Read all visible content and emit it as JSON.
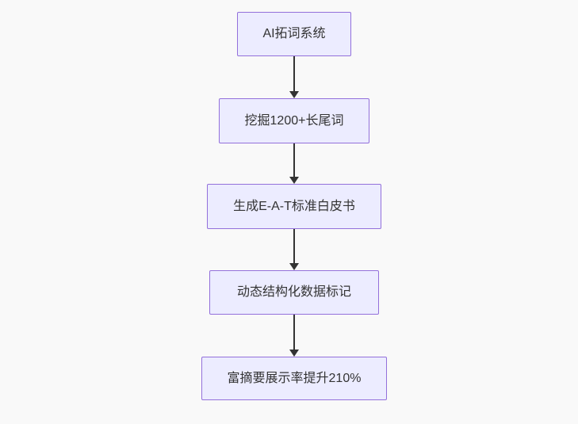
{
  "theme": {
    "canvas_bg": "#f9f9f9",
    "node_fill": "#ececff",
    "node_border": "#9370db",
    "node_text": "#333333",
    "arrow_color": "#333333"
  },
  "flowchart": {
    "type": "flowchart",
    "direction": "top-down",
    "nodes": [
      {
        "id": "A",
        "label": "AI拓词系统"
      },
      {
        "id": "B",
        "label": "挖掘1200+长尾词"
      },
      {
        "id": "C",
        "label": "生成E-A-T标准白皮书"
      },
      {
        "id": "D",
        "label": "动态结构化数据标记"
      },
      {
        "id": "E",
        "label": "富摘要展示率提升210%"
      }
    ],
    "edges": [
      {
        "from": "A",
        "to": "B"
      },
      {
        "from": "B",
        "to": "C"
      },
      {
        "from": "C",
        "to": "D"
      },
      {
        "from": "D",
        "to": "E"
      }
    ]
  }
}
